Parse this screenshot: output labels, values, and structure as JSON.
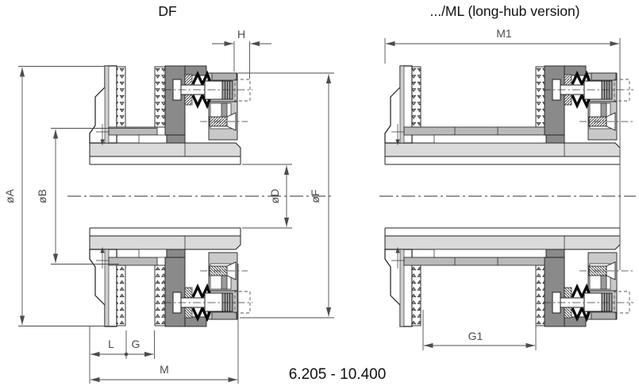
{
  "page": {
    "footer_ref": "6.205 - 10.400"
  },
  "views": {
    "left": {
      "title": "DF",
      "labels": {
        "dia_a": "øA",
        "dia_b": "øB",
        "dia_d": "øD",
        "dia_f": "øF",
        "h": "H",
        "l": "L",
        "g": "G",
        "m": "M"
      }
    },
    "right": {
      "title": ".../ML (long-hub version)",
      "labels": {
        "m1": "M1",
        "g1": "G1"
      }
    }
  },
  "colors": {
    "outline": "#1f1f1f",
    "dimension_lines": "#4d4d4d",
    "hub_gray": "#dadada",
    "mid_gray": "#c6c6c6",
    "dark_gray": "#8a8a8a",
    "text": "#111111"
  }
}
